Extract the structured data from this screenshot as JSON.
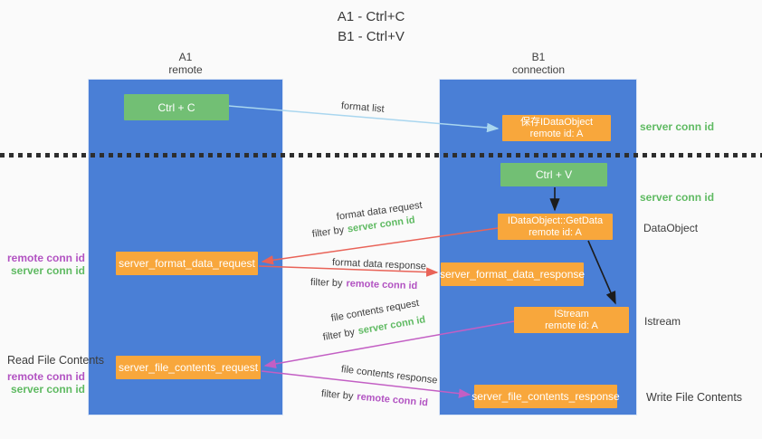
{
  "title": {
    "line1": "A1 - Ctrl+C",
    "line2": "B1 - Ctrl+V"
  },
  "lanes": {
    "left": {
      "name": "A1",
      "type": "remote"
    },
    "right": {
      "name": "B1",
      "type": "connection"
    }
  },
  "nodes": {
    "ctrl_c": {
      "label": "Ctrl + C"
    },
    "ctrl_v": {
      "label": "Ctrl + V"
    },
    "save_dataobject": {
      "line1": "保存IDataObject",
      "line2": "remote id: A"
    },
    "getdata": {
      "line1": "IDataObject::GetData",
      "line2": "remote id: A"
    },
    "istream": {
      "line1": "IStream",
      "line2": "remote id: A"
    },
    "format_request": {
      "label": "server_format_data_request"
    },
    "format_response": {
      "label": "server_format_data_response"
    },
    "file_request": {
      "label": "server_file_contents_request"
    },
    "file_response": {
      "label": "server_file_contents_response"
    }
  },
  "arrow_labels": {
    "format_list": "format list",
    "format_data_request": "format data request",
    "format_data_response": "format data response",
    "file_contents_request": "file contents request",
    "file_contents_response": "file contents response",
    "filter_by": "filter by",
    "server_conn_id": "server conn id",
    "remote_conn_id": "remote conn id"
  },
  "side_labels": {
    "server_conn_id_top": "server conn id",
    "server_conn_id_mid": "server conn id",
    "dataobject": "DataObject",
    "istream": "Istream",
    "write_file_contents": "Write File Contents",
    "read_file_contents": "Read File Contents",
    "remote_conn_id": "remote conn id",
    "server_conn_id": "server conn id"
  },
  "colors": {
    "lane_blue": "#4a7fd6",
    "box_green": "#72bf74",
    "box_orange": "#f8a73c",
    "text_green": "#5fba62",
    "text_purple": "#b253c2",
    "arrow_red": "#e96358",
    "arrow_magenta": "#c35fc4",
    "arrow_lightblue": "#a9d6ef",
    "arrow_black": "#1c1c1c"
  }
}
